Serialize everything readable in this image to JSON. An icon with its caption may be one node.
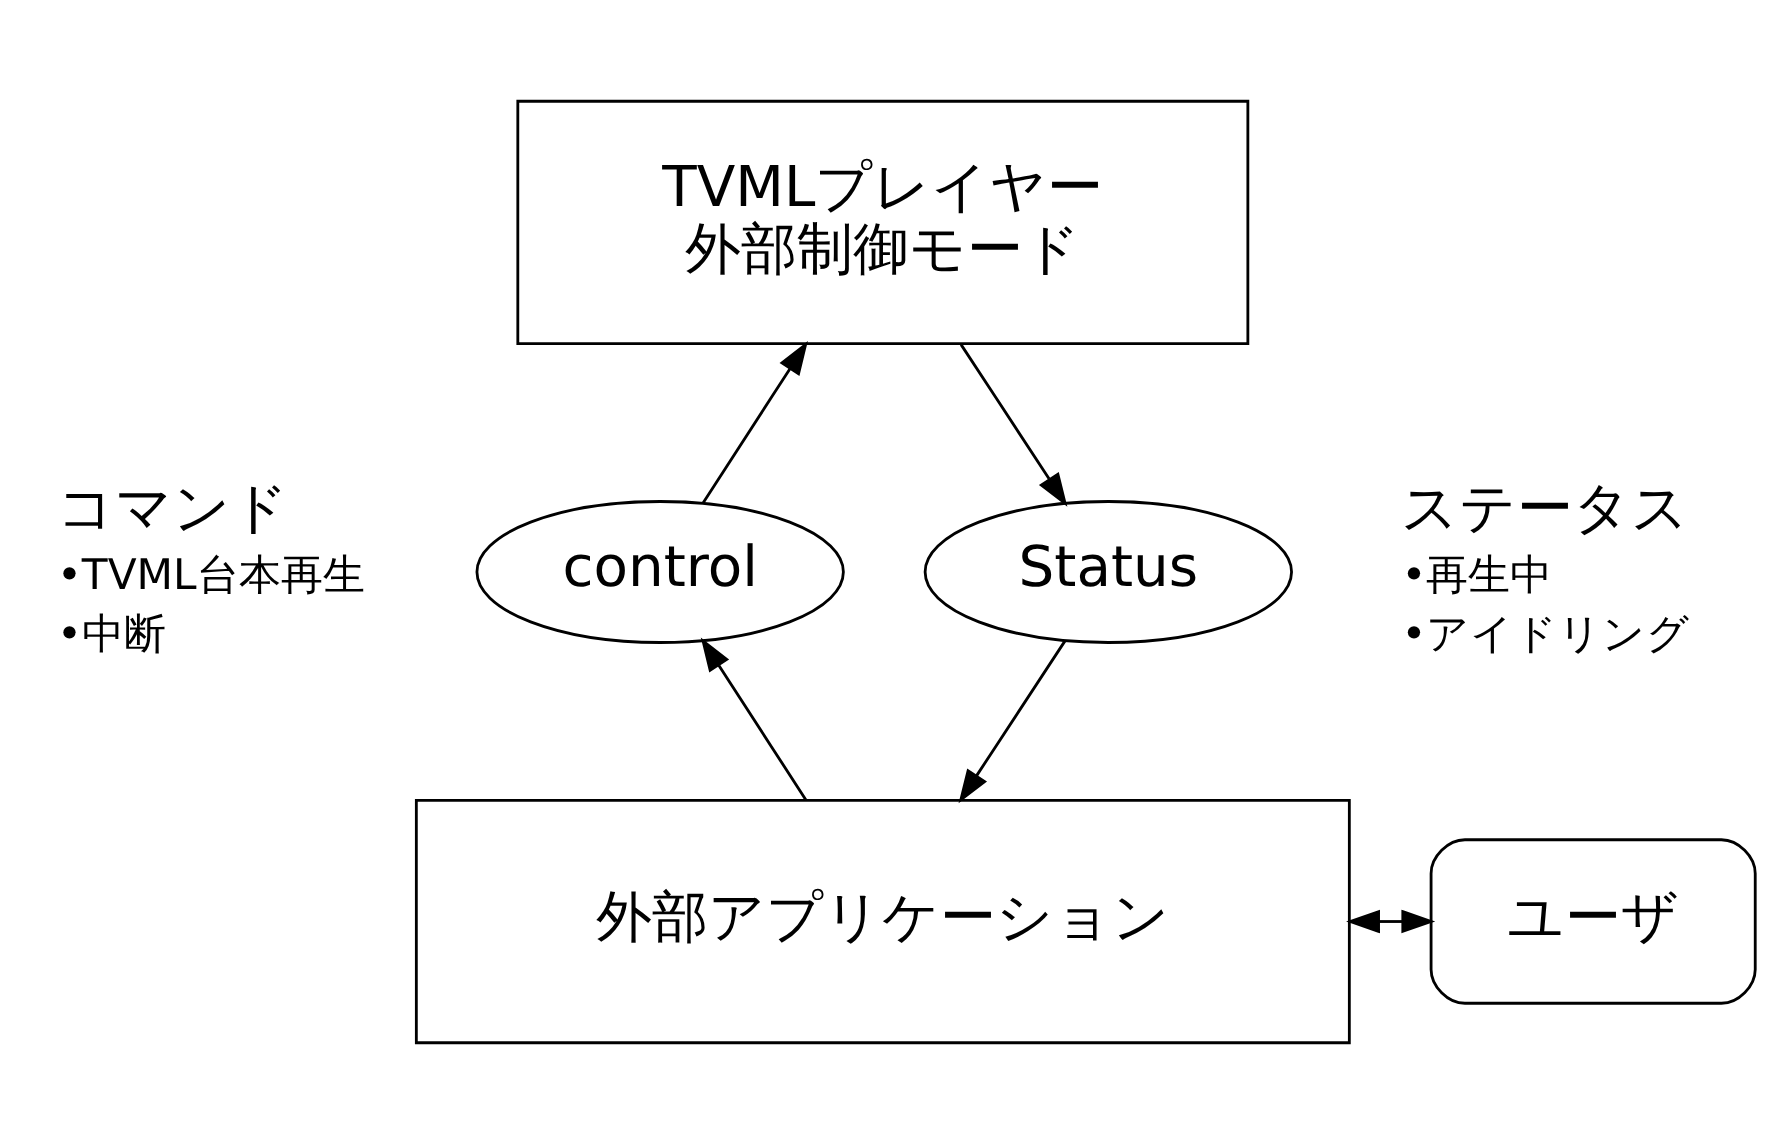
{
  "diagram": {
    "nodes": [
      {
        "text": [
          "TVMLプレイヤー",
          "外部制御モード"
        ]
      },
      {
        "text": [
          "control"
        ]
      },
      {
        "text": [
          "Status"
        ]
      },
      {
        "text": [
          "外部アプリケーション"
        ]
      },
      {
        "text": [
          "ユーザ"
        ]
      }
    ],
    "edges": [
      {
        "from": 1,
        "to": 0,
        "arrow": "to"
      },
      {
        "from": 0,
        "to": 2,
        "arrow": "to"
      },
      {
        "from": 3,
        "to": 1,
        "arrow": "to"
      },
      {
        "from": 2,
        "to": 3,
        "arrow": "to"
      },
      {
        "from": 3,
        "to": 4,
        "arrow": "both"
      }
    ],
    "labels": [
      "コマンド",
      "•TVML台本再生",
      "•中断",
      "ステータス",
      "•再生中",
      "•アイドリング"
    ]
  }
}
